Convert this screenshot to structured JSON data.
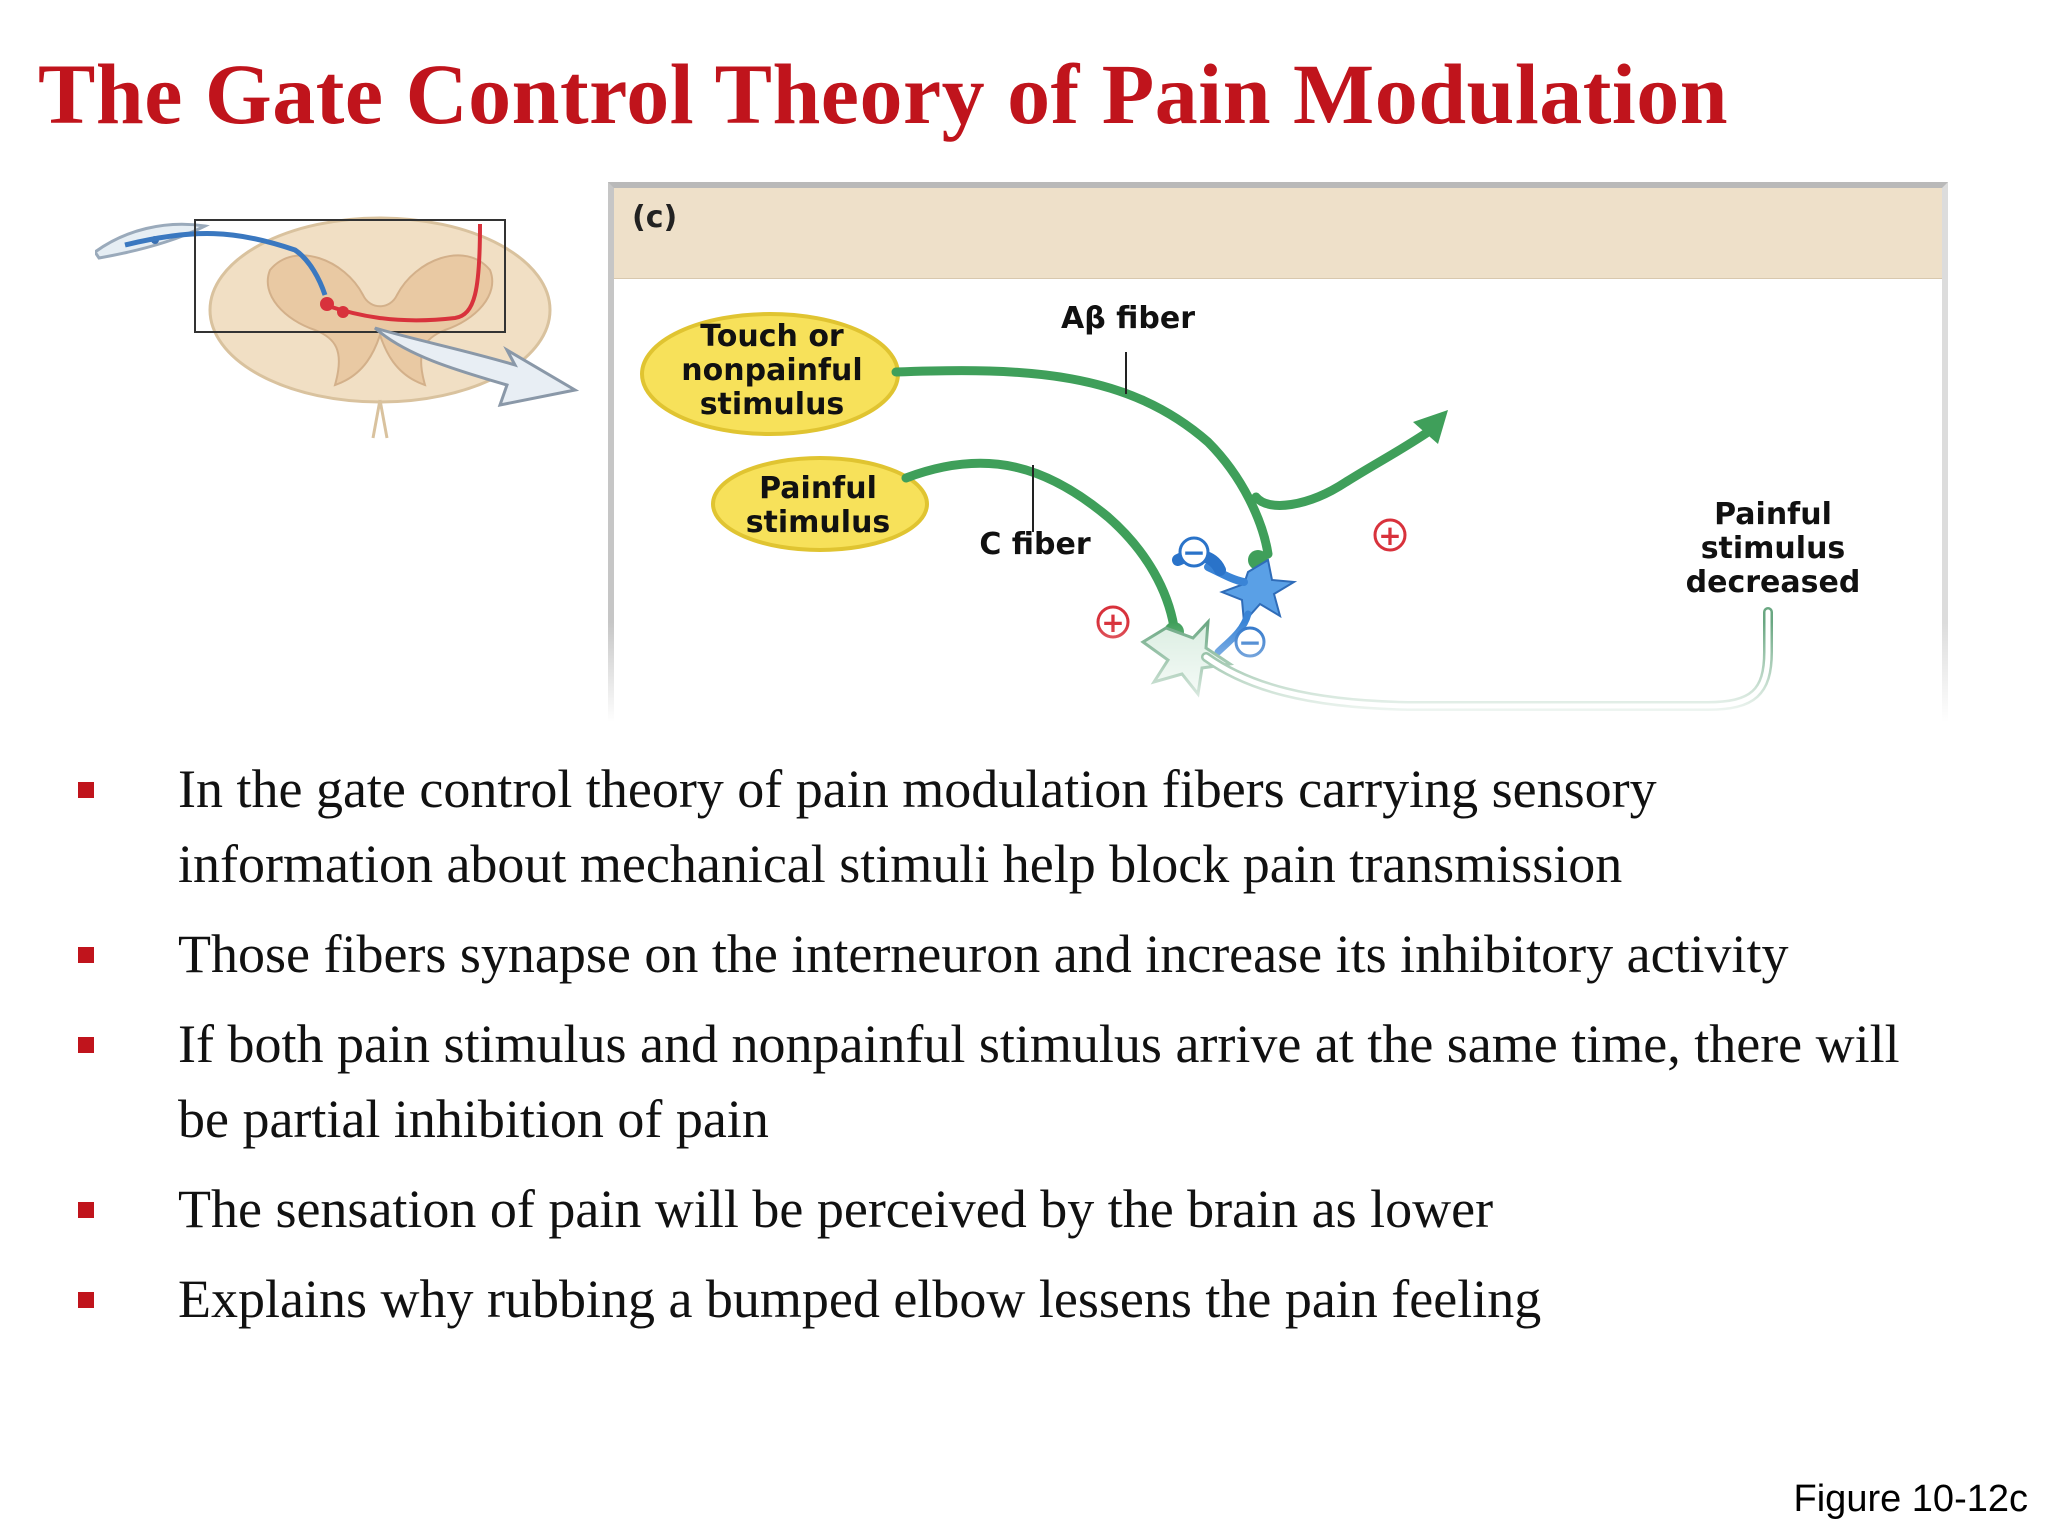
{
  "slide": {
    "title": "The Gate Control Theory of Pain Modulation",
    "figure_ref": "Figure 10-12c"
  },
  "diagram": {
    "panel_label": "(c)",
    "labels": {
      "touch": [
        "Touch or",
        "nonpainful",
        "stimulus"
      ],
      "painful": [
        "Painful",
        "stimulus"
      ],
      "ab_fiber": "Aβ fiber",
      "c_fiber": "C fiber",
      "decreased": [
        "Painful",
        "stimulus",
        "decreased"
      ]
    },
    "signs": {
      "plus": "+",
      "minus": "−"
    },
    "colors": {
      "fiber_green": "#3f9f5a",
      "interneuron_blue": "#4a90d9",
      "plus_red": "#d8323c",
      "minus_blue": "#2a73c9",
      "stimulus_yellow": "#f7e15a",
      "title_red": "#c0141c"
    }
  },
  "bullets": [
    "In the gate control theory of pain modulation fibers carrying sensory information about mechanical stimuli help block pain transmission",
    "Those fibers synapse on the interneuron and increase its inhibitory activity",
    "If both pain stimulus and nonpainful stimulus arrive at the same time, there will be partial inhibition of pain",
    "The sensation of pain will be perceived by the brain as lower",
    "Explains why rubbing a bumped elbow lessens the pain feeling"
  ]
}
